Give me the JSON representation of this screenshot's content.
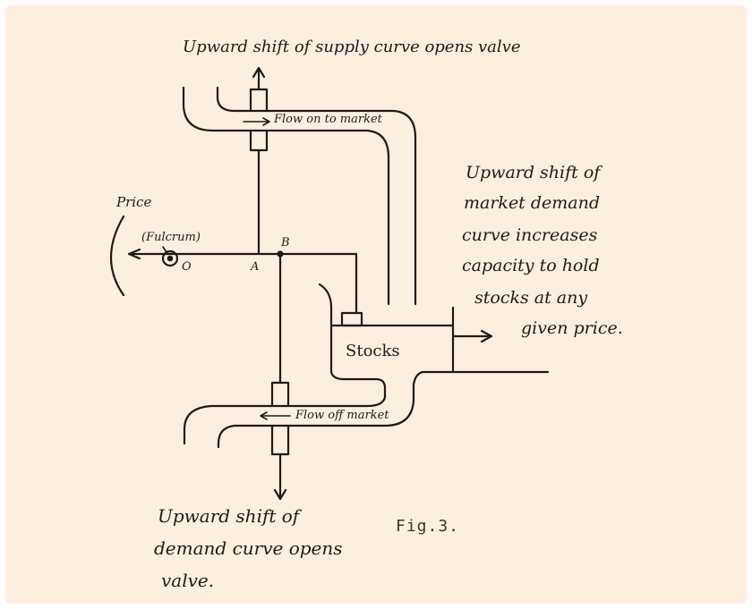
{
  "colors": {
    "paper": "#fdefe0",
    "ink": "#1e1a18"
  },
  "labels": {
    "top_caption": "Upward shift of supply curve opens valve",
    "flow_on": "Flow on to market",
    "price": "Price",
    "fulcrum": "(Fulcrum)",
    "point_o": "O",
    "point_a": "A",
    "point_b": "B",
    "stocks": "Stocks",
    "flow_off": "Flow off market",
    "right_note": [
      "Upward shift of",
      "market demand",
      "curve increases",
      "capacity to hold",
      "stocks at any",
      "given price."
    ],
    "bottom_note": [
      "Upward shift of",
      "demand curve  opens",
      "valve."
    ],
    "figure": "Fig.3."
  }
}
